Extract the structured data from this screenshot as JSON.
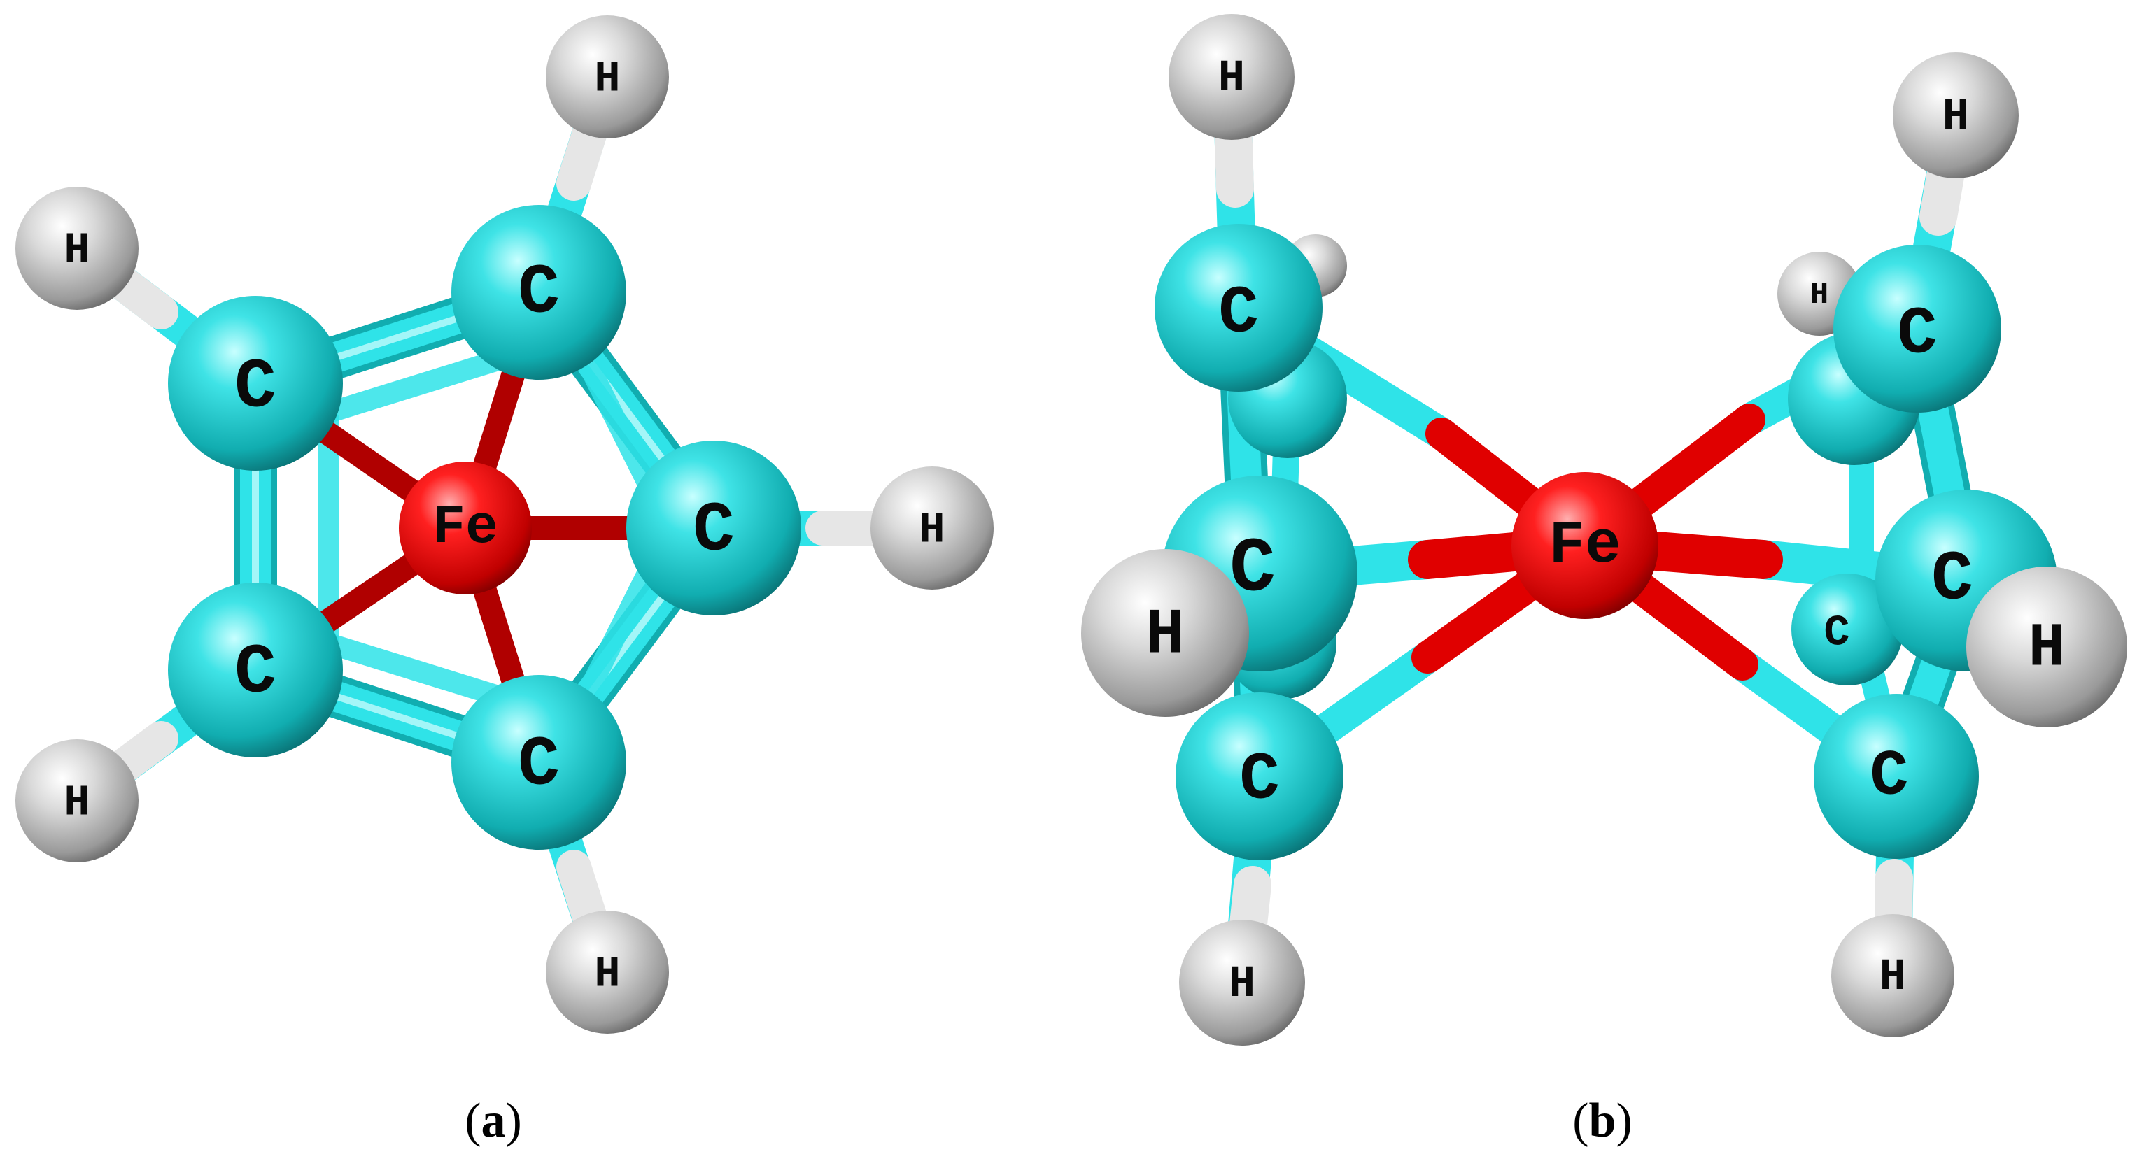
{
  "figure": {
    "panels": [
      {
        "id": "a",
        "caption_open": "(",
        "caption_letter": "a",
        "caption_close": ")",
        "atom_labels": {
          "carbon": "C",
          "hydrogen": "H",
          "iron": "Fe"
        }
      },
      {
        "id": "b",
        "caption_open": "(",
        "caption_letter": "b",
        "caption_close": ")",
        "atom_labels": {
          "carbon": "C",
          "hydrogen": "H",
          "iron": "Fe"
        }
      }
    ],
    "colors": {
      "carbon": "#14c9c9",
      "hydrogen": "#bfbfbf",
      "iron": "#e00000",
      "bond_carbon": "#2fe3e8",
      "bond_hydrogen": "#e6e6e6",
      "bond_iron": "#e00000"
    }
  }
}
